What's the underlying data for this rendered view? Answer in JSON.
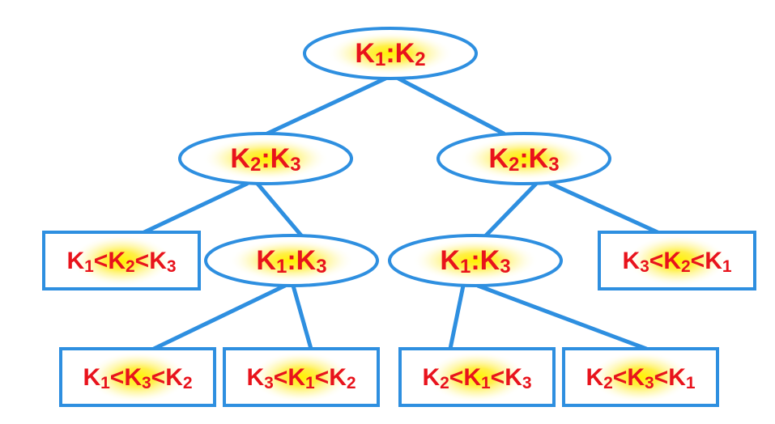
{
  "colors": {
    "edge": "#2e8fe0",
    "text": "#e8131c",
    "glow": "#ffef2a",
    "background": "#ffffff"
  },
  "tree": {
    "nodes": [
      {
        "id": "n1",
        "kind": "comparison",
        "label": "K1:K2",
        "segments": [
          [
            "K",
            ""
          ],
          [
            "1",
            "sub"
          ],
          [
            ":K",
            ""
          ],
          [
            "2",
            "sub"
          ]
        ]
      },
      {
        "id": "n2",
        "kind": "comparison",
        "label": "K2:K3",
        "segments": [
          [
            "K",
            ""
          ],
          [
            "2",
            "sub"
          ],
          [
            ":K",
            ""
          ],
          [
            "3",
            "sub"
          ]
        ]
      },
      {
        "id": "n3",
        "kind": "comparison",
        "label": "K2:K3",
        "segments": [
          [
            "K",
            ""
          ],
          [
            "2",
            "sub"
          ],
          [
            ":K",
            ""
          ],
          [
            "3",
            "sub"
          ]
        ]
      },
      {
        "id": "n4",
        "kind": "outcome",
        "label": "K1<K2<K3",
        "segments": [
          [
            "K",
            ""
          ],
          [
            "1",
            "sub"
          ],
          [
            "<K",
            ""
          ],
          [
            "2",
            "sub"
          ],
          [
            "<K",
            ""
          ],
          [
            "3",
            "sub"
          ]
        ]
      },
      {
        "id": "n5",
        "kind": "comparison",
        "label": "K1:K3",
        "segments": [
          [
            "K",
            ""
          ],
          [
            "1",
            "sub"
          ],
          [
            ":K",
            ""
          ],
          [
            "3",
            "sub"
          ]
        ]
      },
      {
        "id": "n6",
        "kind": "comparison",
        "label": "K1:K3",
        "segments": [
          [
            "K",
            ""
          ],
          [
            "1",
            "sub"
          ],
          [
            ":K",
            ""
          ],
          [
            "3",
            "sub"
          ]
        ]
      },
      {
        "id": "n7",
        "kind": "outcome",
        "label": "K3<K2<K1",
        "segments": [
          [
            "K",
            ""
          ],
          [
            "3",
            "sub"
          ],
          [
            "<K",
            ""
          ],
          [
            "2",
            "sub"
          ],
          [
            "<K",
            ""
          ],
          [
            "1",
            "sub"
          ]
        ]
      },
      {
        "id": "n8",
        "kind": "outcome",
        "label": "K1<K3<K2",
        "segments": [
          [
            "K",
            ""
          ],
          [
            "1",
            "sub"
          ],
          [
            "<K",
            ""
          ],
          [
            "3",
            "sub"
          ],
          [
            "<K",
            ""
          ],
          [
            "2",
            "sub"
          ]
        ]
      },
      {
        "id": "n9",
        "kind": "outcome",
        "label": "K3<K1<K2",
        "segments": [
          [
            "K",
            ""
          ],
          [
            "3",
            "sub"
          ],
          [
            "<K",
            ""
          ],
          [
            "1",
            "sub"
          ],
          [
            "<K",
            ""
          ],
          [
            "2",
            "sub"
          ]
        ]
      },
      {
        "id": "n10",
        "kind": "outcome",
        "label": "K2<K1<K3",
        "segments": [
          [
            "K",
            ""
          ],
          [
            "2",
            "sub"
          ],
          [
            "<K",
            ""
          ],
          [
            "1",
            "sub"
          ],
          [
            "<K",
            ""
          ],
          [
            "3",
            "sub"
          ]
        ]
      },
      {
        "id": "n11",
        "kind": "outcome",
        "label": "K2<K3<K1",
        "segments": [
          [
            "K",
            ""
          ],
          [
            "2",
            "sub"
          ],
          [
            "<K",
            ""
          ],
          [
            "3",
            "sub"
          ],
          [
            "<K",
            ""
          ],
          [
            "1",
            "sub"
          ]
        ]
      }
    ],
    "edges": [
      [
        "n1",
        "n2"
      ],
      [
        "n1",
        "n3"
      ],
      [
        "n2",
        "n4"
      ],
      [
        "n2",
        "n5"
      ],
      [
        "n3",
        "n6"
      ],
      [
        "n3",
        "n7"
      ],
      [
        "n5",
        "n8"
      ],
      [
        "n5",
        "n9"
      ],
      [
        "n6",
        "n10"
      ],
      [
        "n6",
        "n11"
      ]
    ]
  }
}
